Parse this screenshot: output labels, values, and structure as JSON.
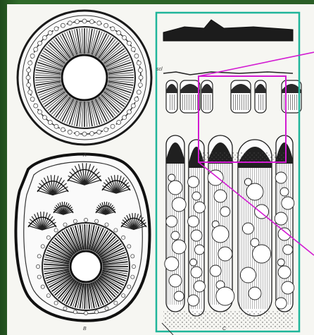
{
  "labels": {
    "a": "A",
    "b": "B",
    "c": "C",
    "scl": "scl"
  },
  "colors": {
    "background": "#2f5a2a",
    "panel": "#f6f6f2",
    "frame": "#1fb59a",
    "zoom": "#d21ad2",
    "ink": "#1a1a1a"
  },
  "icons": {
    "figure_a": "stem-cross-section-small",
    "figure_b": "stem-cross-section-large",
    "figure_c": "longitudinal-cell-section"
  }
}
